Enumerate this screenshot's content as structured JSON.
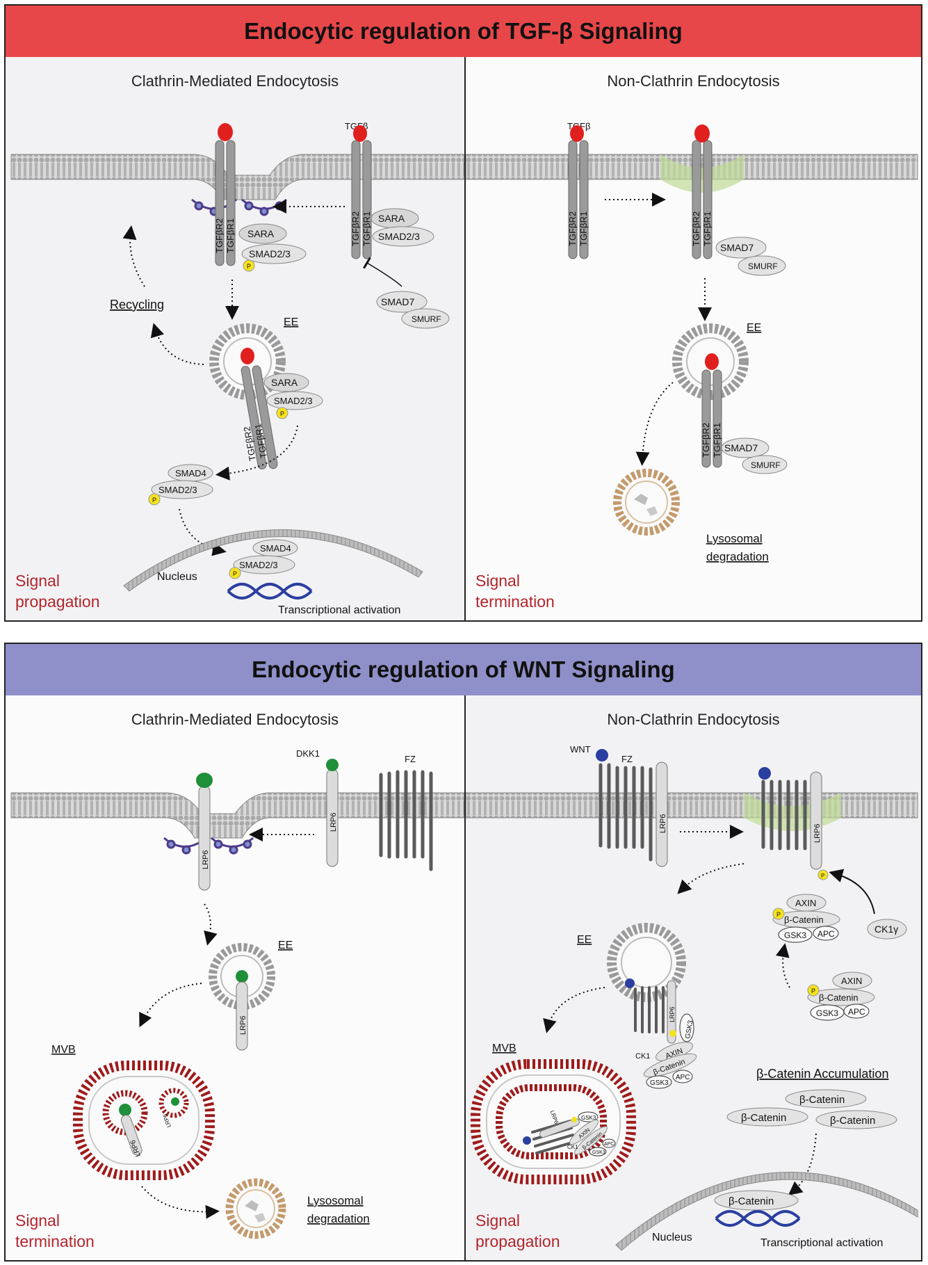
{
  "colors": {
    "tgf_banner": "#e8474a",
    "wnt_banner": "#8f90c9",
    "outcome_text": "#b3252b",
    "ligand_red": "#e0201f",
    "dkk_green": "#1f8f3a",
    "wnt_blue": "#2b3fa0",
    "mvb_red": "#9e1b1b",
    "lysosome_tan": "#c49a6c",
    "raft_green": "#7fb04a"
  },
  "tgf": {
    "title": "Endocytic regulation of TGF-β Signaling",
    "cme": {
      "title": "Clathrin-Mediated Endocytosis",
      "ligand": "TGFβ",
      "receptor2": "TGFβR2",
      "receptor1": "TGFβR1",
      "sara": "SARA",
      "smad23": "SMAD2/3",
      "smad7": "SMAD7",
      "smurf": "SMURF",
      "recycling": "Recycling",
      "ee": "EE",
      "smad4": "SMAD4",
      "phospho": "P",
      "nucleus": "Nucleus",
      "transcription": "Transcriptional activation",
      "outcome_line1": "Signal",
      "outcome_line2": "propagation"
    },
    "nce": {
      "title": "Non-Clathrin Endocytosis",
      "ligand": "TGFβ",
      "receptor2": "TGFβR2",
      "receptor1": "TGFβR1",
      "smad7": "SMAD7",
      "smurf": "SMURF",
      "ee": "EE",
      "lysosome_line1": "Lysosomal",
      "lysosome_line2": "degradation",
      "outcome_line1": "Signal",
      "outcome_line2": "termination"
    }
  },
  "wnt": {
    "title": "Endocytic regulation of WNT Signaling",
    "cme": {
      "title": "Clathrin-Mediated Endocytosis",
      "dkk1": "DKK1",
      "fz": "FZ",
      "lrp6": "LRP6",
      "ee": "EE",
      "mvb": "MVB",
      "lysosome_line1": "Lysosomal",
      "lysosome_line2": "degradation",
      "outcome_line1": "Signal",
      "outcome_line2": "termination"
    },
    "nce": {
      "title": "Non-Clathrin Endocytosis",
      "wnt": "WNT",
      "fz": "FZ",
      "lrp6": "LRP6",
      "ee": "EE",
      "mvb": "MVB",
      "axin": "AXIN",
      "bcatenin": "β-Catenin",
      "gsk3": "GSK3",
      "apc": "APC",
      "ck1g": "CK1γ",
      "ck1": "CK1",
      "phospho": "P",
      "accumulation": "β-Catenin Accumulation",
      "nucleus": "Nucleus",
      "transcription": "Transcriptional activation",
      "outcome_line1": "Signal",
      "outcome_line2": "propagation"
    }
  }
}
